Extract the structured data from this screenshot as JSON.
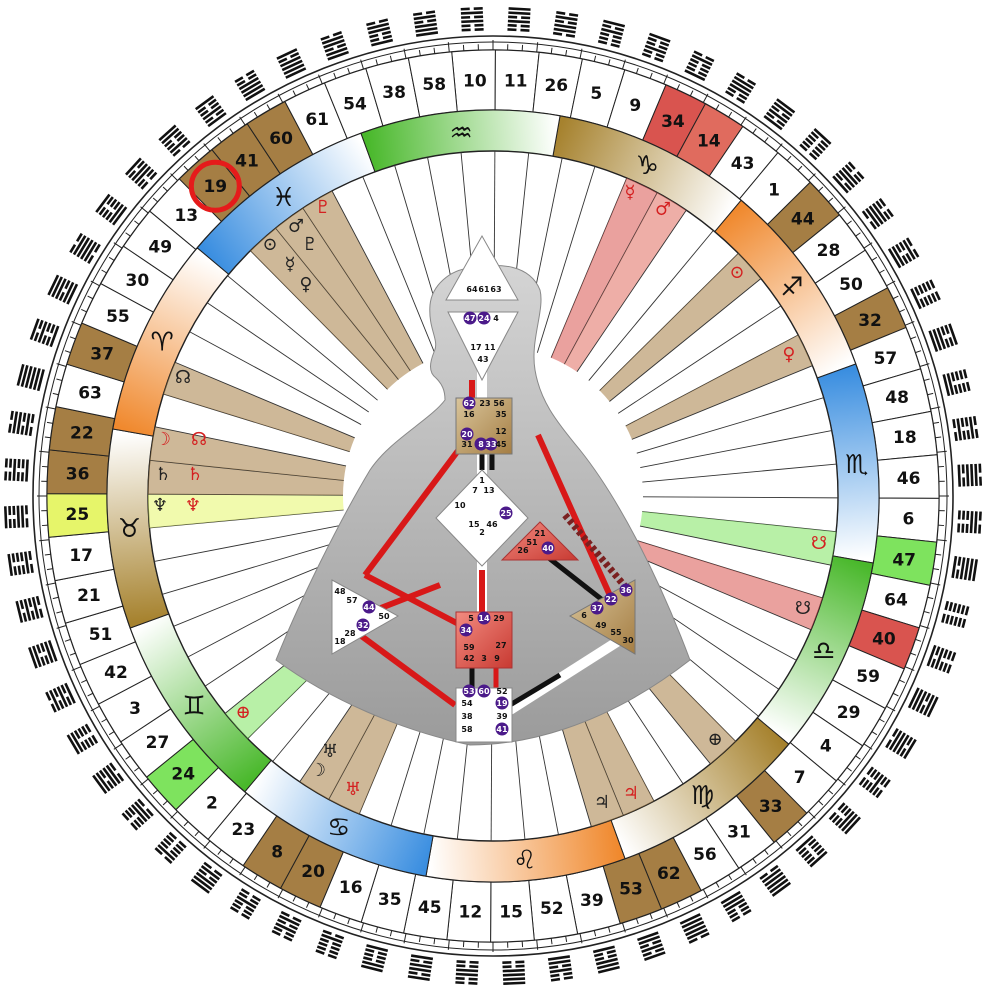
{
  "gates_ring": [
    10,
    11,
    26,
    5,
    9,
    34,
    14,
    43,
    1,
    44,
    28,
    50,
    32,
    57,
    48,
    18,
    46,
    6,
    47,
    64,
    40,
    59,
    29,
    4,
    7,
    33,
    31,
    56,
    62,
    53,
    39,
    52,
    15,
    12,
    45,
    35,
    16,
    20,
    8,
    23,
    2,
    24,
    27,
    3,
    42,
    51,
    21,
    17,
    25,
    36,
    22,
    63,
    37,
    55,
    30,
    49,
    13,
    19,
    41,
    60,
    61,
    54,
    38,
    58
  ],
  "gates_highlight": {
    "34": "#d9544f",
    "14": "#e06b5e",
    "44": "#a57e44",
    "32": "#a57e44",
    "47": "#7ee35e",
    "40": "#d9544f",
    "33": "#a57e44",
    "53": "#a57e44",
    "62": "#a57e44",
    "8": "#a57e44",
    "20": "#a57e44",
    "24": "#7ee35e",
    "25": "#e6f56a",
    "36": "#a57e44",
    "22": "#a57e44",
    "37": "#a57e44",
    "19": "#a57e44",
    "41": "#a57e44",
    "60": "#a57e44"
  },
  "circled_gate": "19",
  "zodiac": [
    {
      "glyph": "♑",
      "color": "#a6822e"
    },
    {
      "glyph": "♐",
      "color": "#f0892e"
    },
    {
      "glyph": "♏",
      "color": "#3a8ee0"
    },
    {
      "glyph": "♎",
      "color": "#49b82b"
    },
    {
      "glyph": "♍",
      "color": "#a6822e"
    },
    {
      "glyph": "♌",
      "color": "#f0892e"
    },
    {
      "glyph": "♋",
      "color": "#3a8ee0"
    },
    {
      "glyph": "♊",
      "color": "#49b82b"
    },
    {
      "glyph": "♉",
      "color": "#a6822e"
    },
    {
      "glyph": "♈",
      "color": "#f0892e"
    },
    {
      "glyph": "♓",
      "color": "#3a8ee0"
    },
    {
      "glyph": "♒",
      "color": "#49b82b"
    }
  ],
  "planets_design_left": [
    {
      "glyph": "♇",
      "color": "#d42020"
    },
    {
      "glyph": "♂",
      "color": "#222"
    },
    {
      "glyph": "⊙",
      "color": "#222"
    },
    {
      "glyph": "♇",
      "color": "#222"
    },
    {
      "glyph": "☿",
      "color": "#222"
    },
    {
      "glyph": "♀",
      "color": "#222"
    },
    {
      "glyph": "☊",
      "color": "#222"
    },
    {
      "glyph": "☽",
      "color": "#d42020"
    },
    {
      "glyph": "☊",
      "color": "#d42020"
    },
    {
      "glyph": "♄",
      "color": "#222"
    },
    {
      "glyph": "♄",
      "color": "#d42020"
    },
    {
      "glyph": "♆",
      "color": "#222"
    },
    {
      "glyph": "♆",
      "color": "#d42020"
    },
    {
      "glyph": "⊕",
      "color": "#d42020"
    },
    {
      "glyph": "♅",
      "color": "#222"
    },
    {
      "glyph": "☽",
      "color": "#222"
    },
    {
      "glyph": "♅",
      "color": "#d42020"
    }
  ],
  "planets_right": [
    {
      "glyph": "☿",
      "color": "#d42020"
    },
    {
      "glyph": "♂",
      "color": "#d42020"
    },
    {
      "glyph": "⊙",
      "color": "#d42020"
    },
    {
      "glyph": "♀",
      "color": "#d42020"
    },
    {
      "glyph": "☋",
      "color": "#d42020"
    },
    {
      "glyph": "☋",
      "color": "#222"
    },
    {
      "glyph": "⊕",
      "color": "#222"
    },
    {
      "glyph": "♃",
      "color": "#d42020"
    },
    {
      "glyph": "♃",
      "color": "#222"
    }
  ],
  "centers": {
    "head": [
      "64",
      "61",
      "63",
      "47",
      "24",
      "4"
    ],
    "ajna": [
      "17",
      "11",
      "43"
    ],
    "throat": [
      "62",
      "23",
      "56",
      "16",
      "35",
      "20",
      "12",
      "31",
      "8",
      "33",
      "45"
    ],
    "g": [
      "1",
      "7",
      "13",
      "10",
      "15",
      "46",
      "25",
      "2"
    ],
    "heart": [
      "21",
      "51",
      "26",
      "40"
    ],
    "spleen": [
      "48",
      "57",
      "44",
      "50",
      "32",
      "28",
      "18"
    ],
    "sacral": [
      "5",
      "14",
      "29",
      "34",
      "27",
      "59",
      "42",
      "3",
      "9"
    ],
    "solar": [
      "36",
      "22",
      "37",
      "6",
      "49",
      "55",
      "30"
    ],
    "root": [
      "53",
      "60",
      "52",
      "54",
      "19",
      "38",
      "39",
      "58",
      "41"
    ]
  }
}
